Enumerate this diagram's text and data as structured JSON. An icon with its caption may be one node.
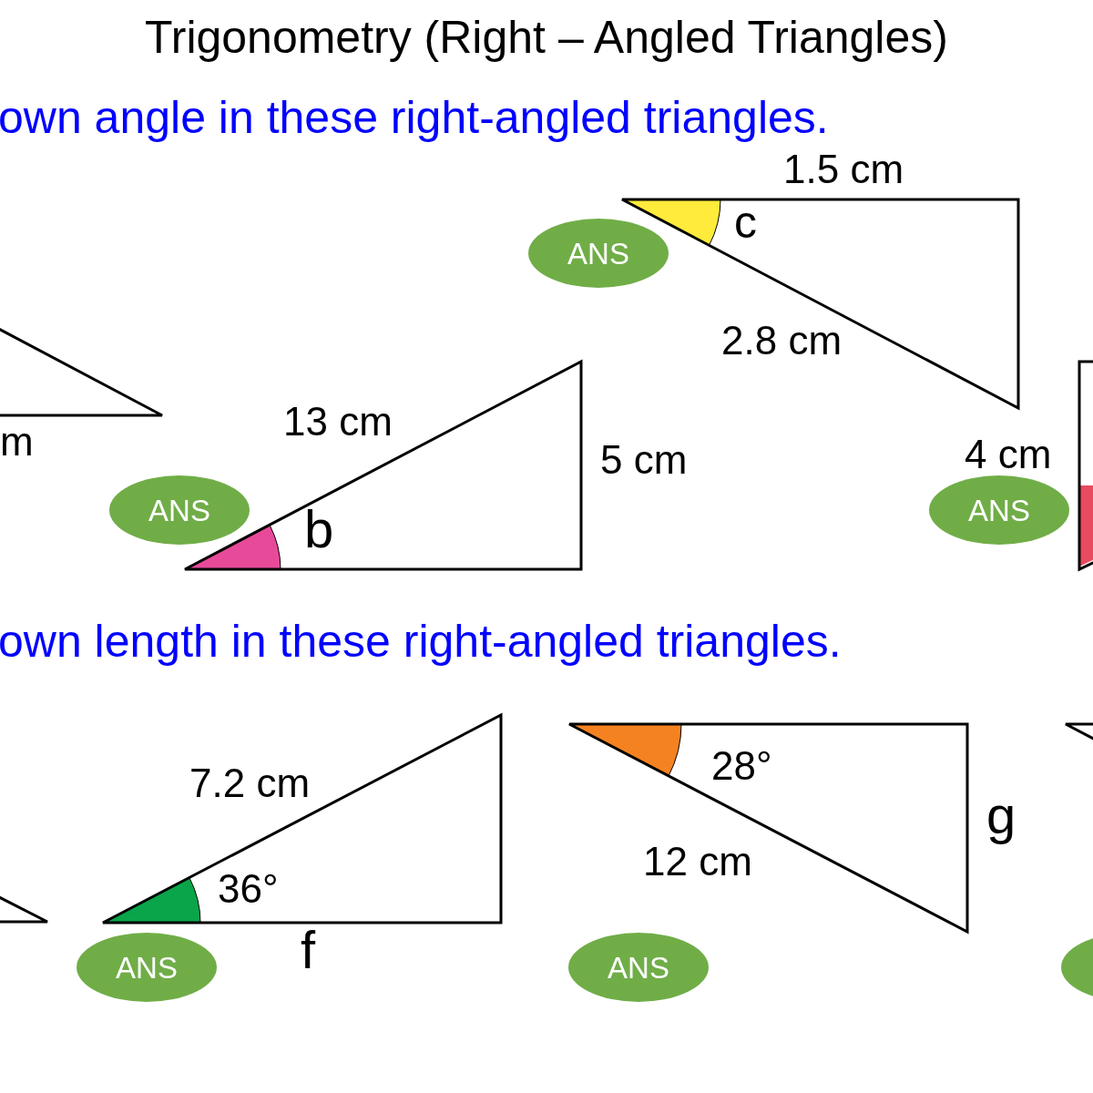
{
  "diagram": {
    "title": "Trigonometry (Right – Angled Triangles)",
    "nodes": [
      {
        "text": [
          "ANS"
        ]
      },
      {
        "text": [
          "ANS"
        ]
      },
      {
        "text": [
          "ANS"
        ]
      },
      {
        "text": [
          "ANS"
        ]
      },
      {
        "text": [
          "ANS"
        ]
      },
      {
        "text": [],
        "shape": "ellipse"
      }
    ],
    "labels": [
      "own angle in these right-angled triangles.",
      "1.5 cm",
      "c",
      "2.8 cm",
      "m",
      "13 cm",
      "4 cm",
      "5 cm",
      "b",
      "own length in these right-angled triangles.",
      "28°",
      "7.2 cm",
      "g",
      "36°",
      "12 cm",
      "f"
    ]
  }
}
